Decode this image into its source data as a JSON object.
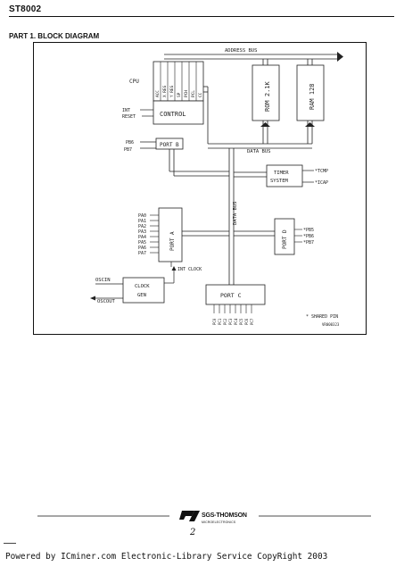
{
  "header": {
    "part_number": "ST8002"
  },
  "section": {
    "title": "PART 1. BLOCK DIAGRAM"
  },
  "diagram": {
    "buses": {
      "address": "ADDRESS BUS",
      "data_top": "DATA BUS",
      "data_vertical": "DATA BUS"
    },
    "cpu": {
      "label": "CPU",
      "registers": [
        "ACC",
        "X REG",
        "Y REG",
        "SP",
        "PCH",
        "PCL",
        "CC"
      ]
    },
    "control": {
      "label": "CONTROL",
      "inputs": [
        "INT",
        "RESET"
      ]
    },
    "memories": [
      {
        "label": "ROM 2.1K"
      },
      {
        "label": "RAM 128"
      }
    ],
    "port_b": {
      "label": "PORT B",
      "pins": [
        "PB6",
        "PB7"
      ]
    },
    "timer": {
      "label_line1": "TIMER",
      "label_line2": "SYSTEM",
      "outputs": [
        "*TCMP",
        "*ICAP"
      ]
    },
    "port_a": {
      "label": "PORT A",
      "pins": [
        "PA0",
        "PA1",
        "PA2",
        "PA3",
        "PA4",
        "PA5",
        "PA6",
        "PA7"
      ]
    },
    "port_d": {
      "label": "PORT D",
      "pins": [
        "*PB5",
        "*PB6",
        "*PB7"
      ]
    },
    "int_clock": "INT CLOCK",
    "clock_gen": {
      "label_line1": "CLOCK",
      "label_line2": "GEN",
      "inputs": [
        "OSCIN",
        "OSCOUT"
      ]
    },
    "port_c": {
      "label": "PORT C",
      "pins": [
        "PC0",
        "PC1",
        "PC2",
        "PC3",
        "PC4",
        "PC5",
        "PC6",
        "PC7"
      ]
    },
    "legend": "* SHARED PIN",
    "figure_code": "VR000323"
  },
  "footer": {
    "brand": "SGS-THOMSON",
    "brand_sub": "MICROELECTRONICS",
    "page_number": "2",
    "note": "Powered by ICminer.com Electronic-Library Service CopyRight 2003"
  },
  "colors": {
    "ink": "#111111",
    "paper": "#ffffff"
  }
}
